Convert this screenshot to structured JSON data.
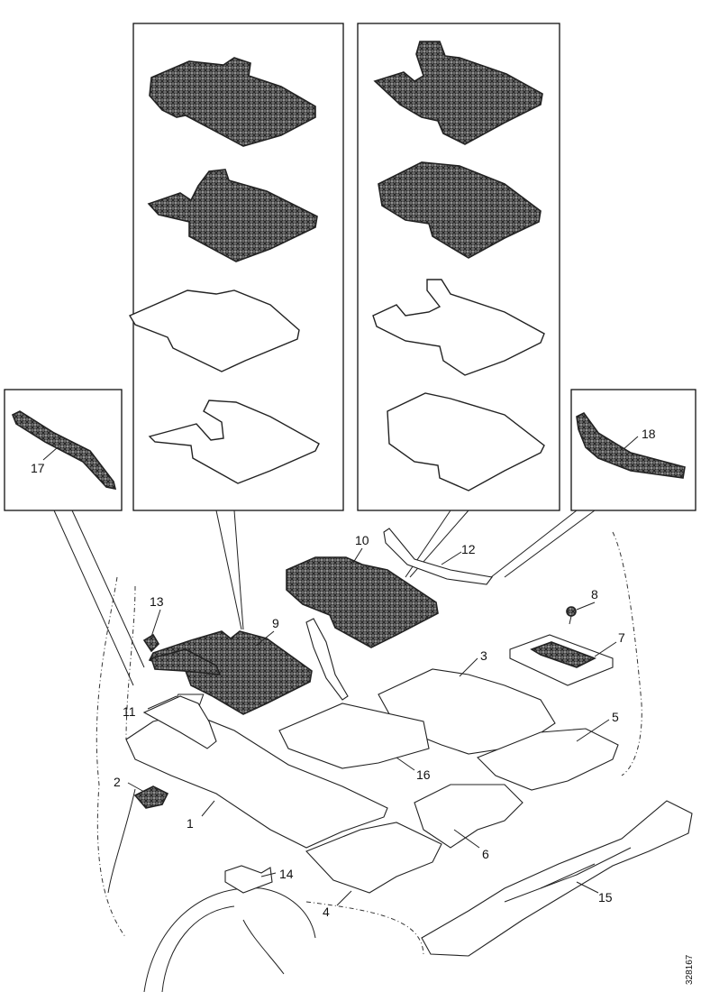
{
  "diagram": {
    "callouts": {
      "c1": "1",
      "c2": "2",
      "c3": "3",
      "c4": "4",
      "c5": "5",
      "c6": "6",
      "c7": "7",
      "c8": "8",
      "c9": "9",
      "c10": "10",
      "c11": "11",
      "c12": "12",
      "c13": "13",
      "c14": "14",
      "c15": "15",
      "c16": "16",
      "c17": "17",
      "c18": "18"
    },
    "figure_id": "328167"
  }
}
